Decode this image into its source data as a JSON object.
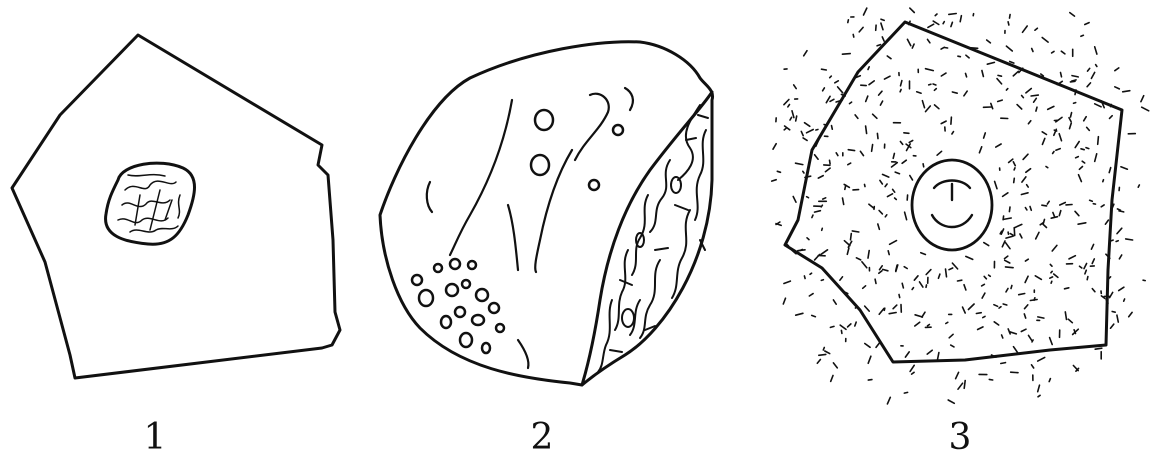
{
  "figures": [
    {
      "label": "1"
    },
    {
      "label": "2"
    },
    {
      "label": "3"
    }
  ],
  "colors": {
    "ink": "#111111",
    "background": "#ffffff"
  }
}
